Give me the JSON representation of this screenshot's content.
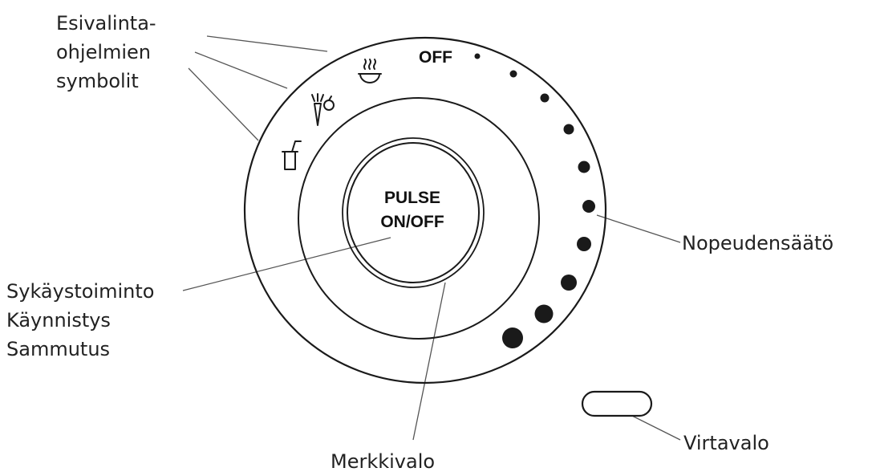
{
  "labels": {
    "presets": [
      "Esivalinta-",
      "ohjelmien",
      "symbolit"
    ],
    "pulse": [
      "Sykäystoiminto",
      "Käynnistys",
      "Sammutus"
    ],
    "speed": "Nopeudensäätö",
    "indicator": "Merkkivalo",
    "power_light": "Virtavalo"
  },
  "dial": {
    "off": "OFF",
    "center": [
      "PULSE",
      "ON/OFF"
    ],
    "speed_levels": 10
  },
  "icons": [
    "soup-icon",
    "vegetable-fruit-icon",
    "smoothie-cup-icon"
  ]
}
